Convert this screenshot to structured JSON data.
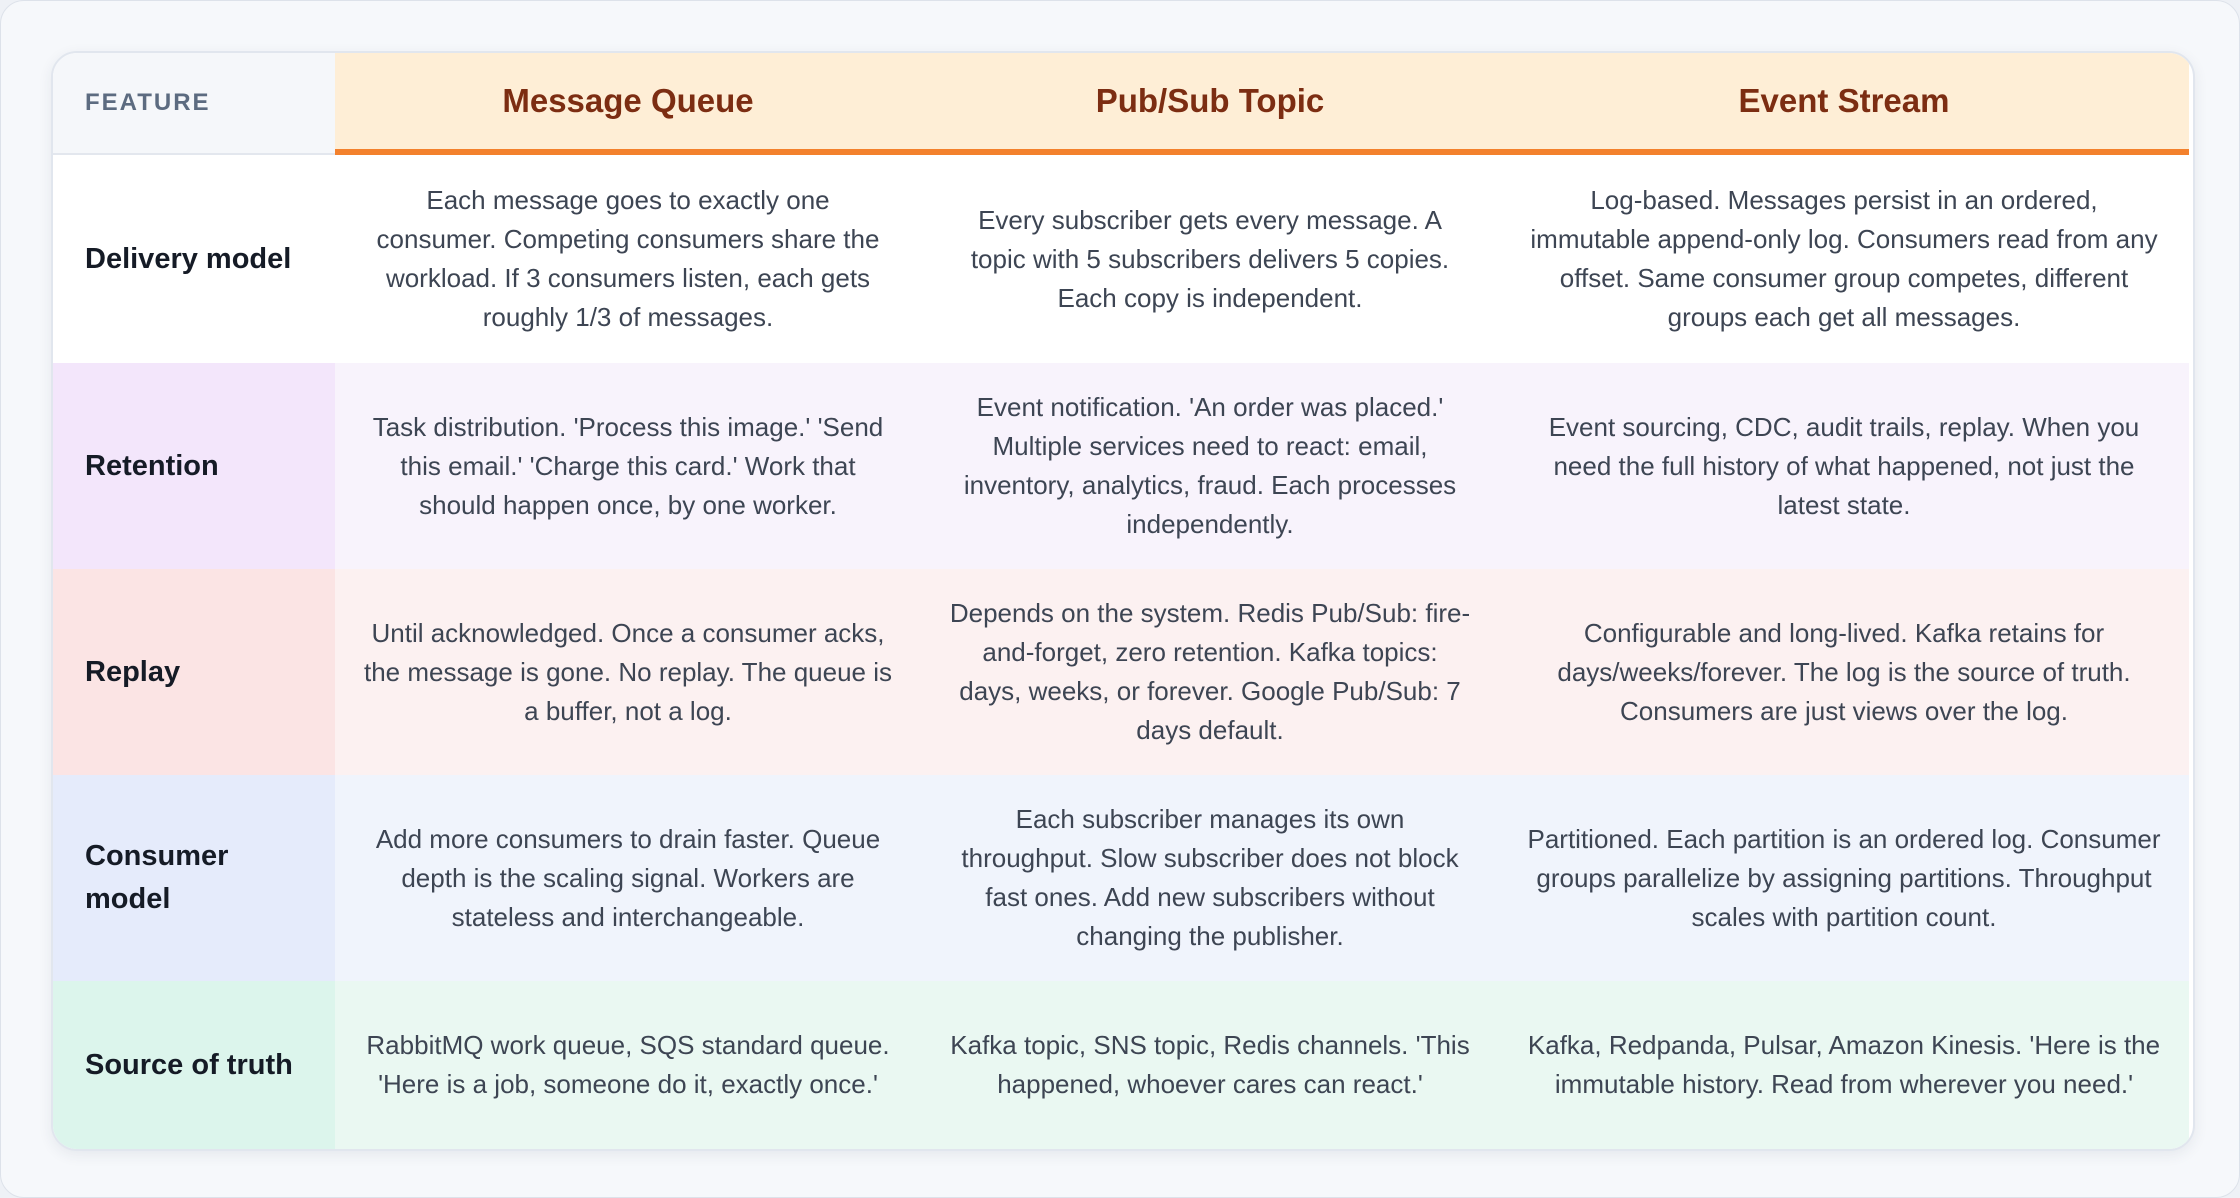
{
  "table": {
    "header": {
      "feature": "FEATURE",
      "columns": [
        "Message Queue",
        "Pub/Sub Topic",
        "Event Stream"
      ]
    },
    "rows": [
      {
        "label": "Delivery model",
        "colors": {
          "label_bg": "#ffffff",
          "cell_bg": "#ffffff"
        },
        "cells": [
          "Each message goes to exactly one consumer. Competing consumers share the workload. If 3 consumers listen, each gets roughly 1/3 of messages.",
          "Every subscriber gets every message. A topic with 5 subscribers delivers 5 copies. Each copy is independent.",
          "Log-based. Messages persist in an ordered, immutable append-only log. Consumers read from any offset. Same consumer group competes, different groups each get all messages."
        ]
      },
      {
        "label": "Retention",
        "colors": {
          "label_bg": "#f3e6fb",
          "cell_bg": "#f8f3fc"
        },
        "cells": [
          "Task distribution. 'Process this image.' 'Send this email.' 'Charge this card.' Work that should happen once, by one worker.",
          "Event notification. 'An order was placed.' Multiple services need to react: email, inventory, analytics, fraud. Each processes independently.",
          "Event sourcing, CDC, audit trails, replay. When you need the full history of what happened, not just the latest state."
        ]
      },
      {
        "label": "Replay",
        "colors": {
          "label_bg": "#fbe4e4",
          "cell_bg": "#fcf1f1"
        },
        "cells": [
          "Until acknowledged. Once a consumer acks, the message is gone. No replay. The queue is a buffer, not a log.",
          "Depends on the system. Redis Pub/Sub: fire-and-forget, zero retention. Kafka topics: days, weeks, or forever. Google Pub/Sub: 7 days default.",
          "Configurable and long-lived. Kafka retains for days/weeks/forever. The log is the source of truth. Consumers are just views over the log."
        ]
      },
      {
        "label": "Consumer model",
        "colors": {
          "label_bg": "#e5ebfb",
          "cell_bg": "#f0f4fc"
        },
        "cells": [
          "Add more consumers to drain faster. Queue depth is the scaling signal. Workers are stateless and interchangeable.",
          "Each subscriber manages its own throughput. Slow subscriber does not block fast ones. Add new subscribers without changing the publisher.",
          "Partitioned. Each partition is an ordered log. Consumer groups parallelize by assigning partitions. Throughput scales with partition count."
        ]
      },
      {
        "label": "Source of truth",
        "colors": {
          "label_bg": "#dcf5ec",
          "cell_bg": "#eaf8f2"
        },
        "cells": [
          "RabbitMQ work queue, SQS standard queue. 'Here is a job, someone do it, exactly once.'",
          "Kafka topic, SNS topic, Redis channels. 'This happened, whoever cares can react.'",
          "Kafka, Redpanda, Pulsar, Amazon Kinesis. 'Here is the immutable history. Read from wherever you need.'"
        ]
      }
    ]
  }
}
